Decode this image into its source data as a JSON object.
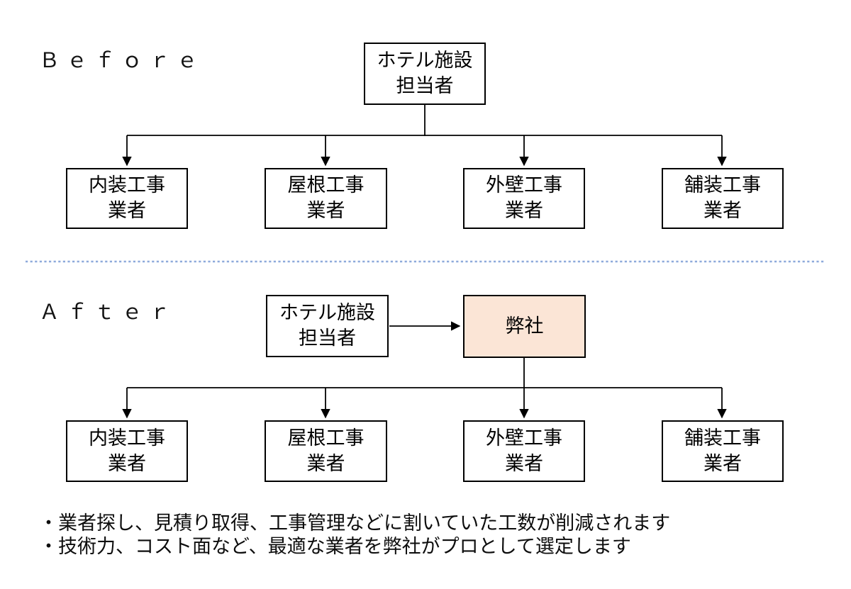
{
  "before": {
    "section_label": "Ｂｅｆｏｒｅ",
    "root": {
      "lines": [
        "ホテル施設",
        "担当者"
      ]
    },
    "children": [
      {
        "lines": [
          "内装工事",
          "業者"
        ]
      },
      {
        "lines": [
          "屋根工事",
          "業者"
        ]
      },
      {
        "lines": [
          "外壁工事",
          "業者"
        ]
      },
      {
        "lines": [
          "舗装工事",
          "業者"
        ]
      }
    ]
  },
  "after": {
    "section_label": "Ａｆｔｅｒ",
    "client": {
      "lines": [
        "ホテル施設",
        "担当者"
      ]
    },
    "company": {
      "lines": [
        "弊社"
      ]
    },
    "children": [
      {
        "lines": [
          "内装工事",
          "業者"
        ]
      },
      {
        "lines": [
          "屋根工事",
          "業者"
        ]
      },
      {
        "lines": [
          "外壁工事",
          "業者"
        ]
      },
      {
        "lines": [
          "舗装工事",
          "業者"
        ]
      }
    ]
  },
  "notes": [
    "・業者探し、見積り取得、工事管理などに割いていた工数が削減されます",
    "・技術力、コスト面など、最適な業者を弊社がプロとして選定します"
  ],
  "colors": {
    "line": "#000000",
    "box_border": "#000000",
    "box_fill": "#ffffff",
    "company_fill": "#FBE5D6",
    "divider": "#8EAADB"
  }
}
